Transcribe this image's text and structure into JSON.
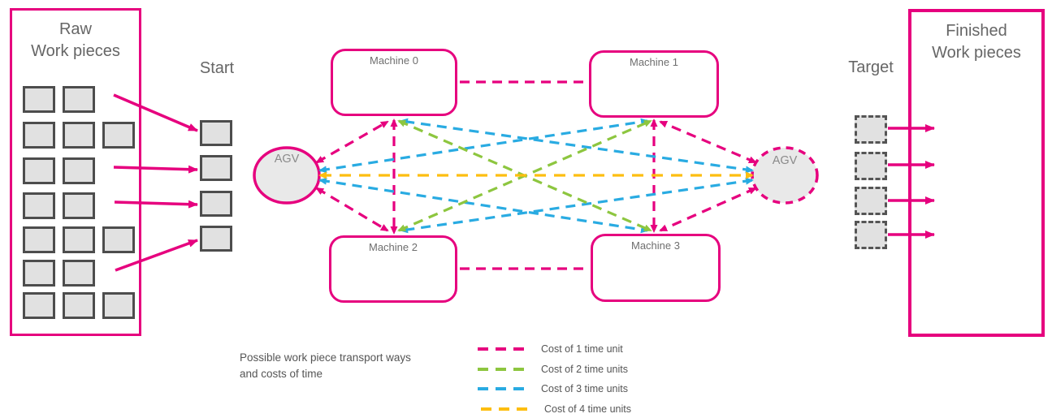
{
  "raw_box": {
    "title_line1": "Raw",
    "title_line2": "Work pieces",
    "row_counts": [
      2,
      3,
      2,
      2,
      3,
      2,
      3
    ]
  },
  "start": {
    "label": "Start",
    "slot_count": 4
  },
  "target": {
    "label": "Target",
    "slot_count": 4
  },
  "finished_box": {
    "title_line1": "Finished",
    "title_line2": "Work pieces"
  },
  "agv_left": {
    "label": "AGV"
  },
  "agv_right": {
    "label": "AGV"
  },
  "machines": [
    {
      "id": "machine0",
      "label": "Machine 0"
    },
    {
      "id": "machine1",
      "label": "Machine 1"
    },
    {
      "id": "machine2",
      "label": "Machine 2"
    },
    {
      "id": "machine3",
      "label": "Machine 3"
    }
  ],
  "graph": {
    "edges": [
      {
        "from": "machine0",
        "to": "machine1",
        "cost": 1
      },
      {
        "from": "machine2",
        "to": "machine3",
        "cost": 1
      },
      {
        "from": "machine0",
        "to": "machine2",
        "cost": 1
      },
      {
        "from": "machine1",
        "to": "machine3",
        "cost": 1
      },
      {
        "from": "agv_left",
        "to": "machine0",
        "cost": 1
      },
      {
        "from": "agv_left",
        "to": "machine2",
        "cost": 1
      },
      {
        "from": "agv_right",
        "to": "machine1",
        "cost": 1
      },
      {
        "from": "agv_right",
        "to": "machine3",
        "cost": 1
      },
      {
        "from": "agv_left",
        "to": "machine1",
        "cost": 3
      },
      {
        "from": "agv_left",
        "to": "machine3",
        "cost": 3
      },
      {
        "from": "agv_right",
        "to": "machine0",
        "cost": 3
      },
      {
        "from": "agv_right",
        "to": "machine2",
        "cost": 3
      },
      {
        "from": "machine0",
        "to": "machine3",
        "cost": 2
      },
      {
        "from": "machine2",
        "to": "machine1",
        "cost": 2
      },
      {
        "from": "agv_left",
        "to": "agv_right",
        "cost": 4
      }
    ]
  },
  "legend": {
    "items": [
      {
        "cost": 1,
        "label": "Cost of 1 time unit",
        "color": "#e6007e"
      },
      {
        "cost": 2,
        "label": "Cost of 2 time units",
        "color": "#8dc63f"
      },
      {
        "cost": 3,
        "label": "Cost of 3 time units",
        "color": "#29abe2"
      },
      {
        "cost": 4,
        "label": "Cost of 4 time units",
        "color": "#fdbe10"
      }
    ]
  },
  "caption": {
    "line1": "Possible work piece transport ways",
    "line2": "and costs of time"
  },
  "colors": {
    "accent": "#e6007e",
    "square_fill": "#e1e1e1",
    "square_border": "#4d4d4d",
    "node_fill": "#e9e9e9",
    "text_gray": "#666666"
  }
}
